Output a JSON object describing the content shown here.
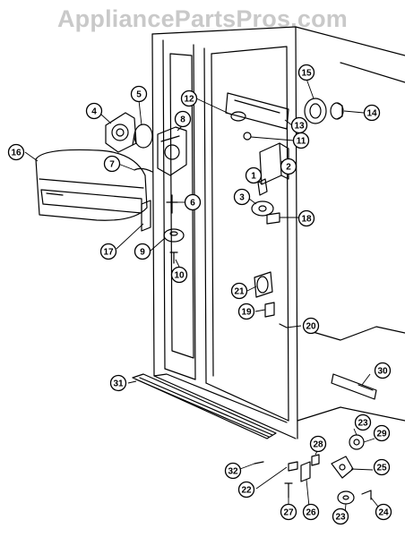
{
  "watermark": "AppliancePartsPros.com",
  "callouts": [
    "1",
    "2",
    "3",
    "4",
    "5",
    "6",
    "7",
    "8",
    "9",
    "10",
    "11",
    "12",
    "13",
    "14",
    "15",
    "16",
    "17",
    "18",
    "19",
    "20",
    "21",
    "22",
    "23",
    "23",
    "24",
    "25",
    "26",
    "27",
    "28",
    "29",
    "30",
    "31",
    "32"
  ]
}
